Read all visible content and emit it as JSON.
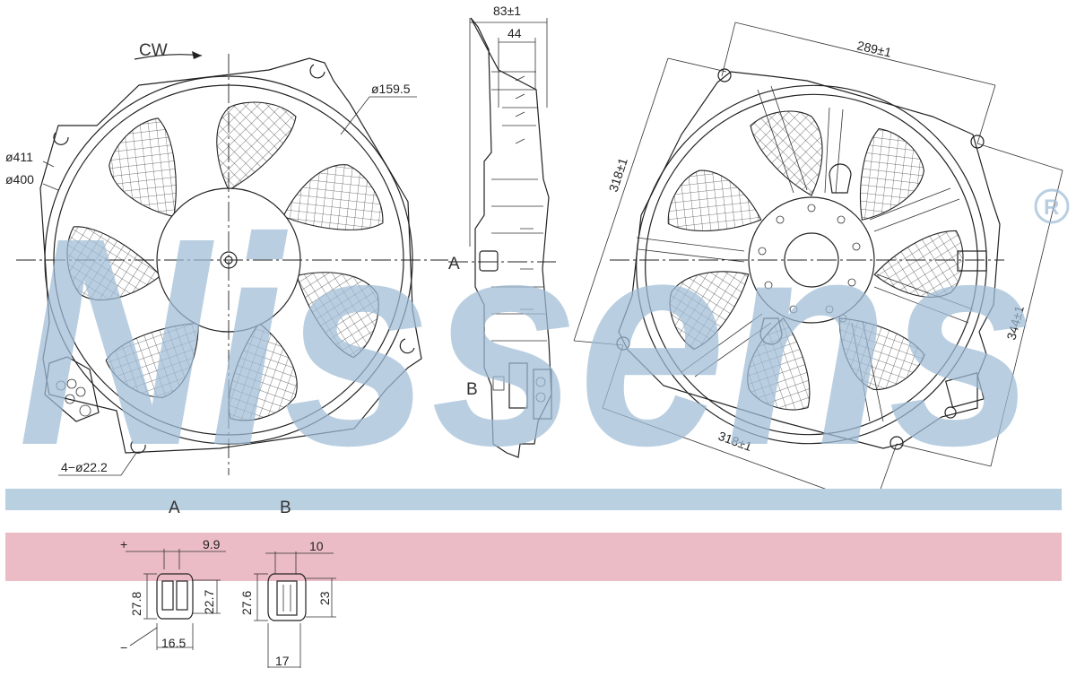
{
  "brand": {
    "name": "Nissens",
    "registered_mark": "®"
  },
  "colors": {
    "watermark_blue": "#b9d0e1",
    "band_blue": "#b9d0e1",
    "band_pink": "#ecbcc6"
  },
  "front_view": {
    "rotation_label": "CW",
    "outer_diameter_label": "ø411",
    "inner_diameter_label": "ø400",
    "hub_diameter_label": "ø159.5",
    "mount_holes_label": "4−ø22.2",
    "section_a_marker": "A"
  },
  "side_view": {
    "overall_depth_label": "83±1",
    "depth_label": "44",
    "section_b_marker": "B"
  },
  "rear_view": {
    "top_width_label": "289±1",
    "left_label": "318±1",
    "bottom_width_label": "318±1",
    "right_height_label": "344±1"
  },
  "connector_a": {
    "title": "A",
    "plus_label": "+",
    "minus_label": "−",
    "width_top_label": "9.9",
    "height_outer_label": "27.8",
    "height_inner_label": "22.7",
    "width_bottom_label": "16.5"
  },
  "connector_b": {
    "title": "B",
    "width_top_label": "10",
    "height_outer_label": "27.6",
    "height_inner_label": "23",
    "width_bottom_label": "17"
  }
}
